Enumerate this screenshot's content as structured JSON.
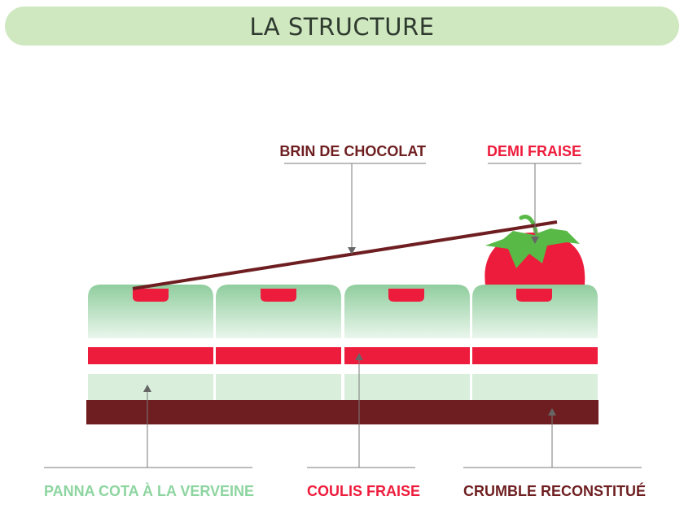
{
  "title": "LA STRUCTURE",
  "labels": {
    "brin": "BRIN DE CHOCOLAT",
    "fraise": "DEMI FRAISE",
    "panna": "PANNA COTA À LA VERVEINE",
    "coulis": "COULIS FRAISE",
    "crumble": "CRUMBLE RECONSTITUÉ"
  },
  "colors": {
    "dark_red": "#6e1e20",
    "strawberry": "#ee1c3c",
    "green_dark": "#8fcd9d",
    "green_light": "#d9efdc",
    "leaf": "#59b947",
    "panna_label": "#8dd5a0",
    "line": "#7a7a7a"
  }
}
